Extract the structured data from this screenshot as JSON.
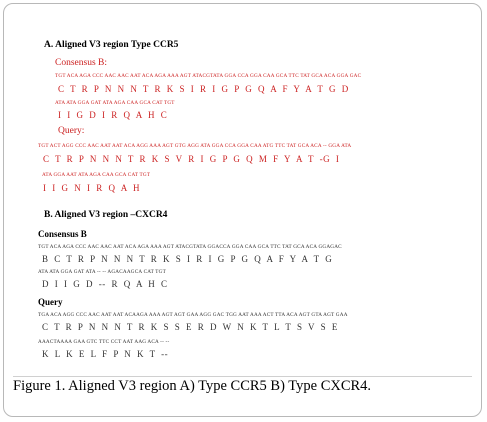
{
  "panel_a": {
    "title": "A.  Aligned V3 region Type CCR5",
    "consensus_label": "Consensus B:",
    "consensus_nt_1": "TGT ACA AGA CCC AAC AAC AAT ACA AGA AAA AGT ATACGTATA GGA CCA GGA CAA GCA TTC TAT GCA ACA GGA GAC",
    "consensus_aa_1": "C T R P N N N T R K S I R I G P G Q A F Y A T G D",
    "consensus_nt_2": "ATA ATA GGA GAT ATA AGA CAA GCA CAT TGT",
    "consensus_aa_2": "I I G D I R Q A H C",
    "query_label": "Query:",
    "query_nt_1": "TGT ACT AGG CCC AAC AAT AAT ACA AGG AAA AGT GTG AGG ATA GGA CCA GGA CAA ATG TTC TAT GCA ACA -- GGA ATA",
    "query_aa_1": "C T R P N N N T R K S V R I G P G Q M F Y A T -G I",
    "query_nt_2": "ATA GGA AAT ATA AGA CAA GCA CAT TGT",
    "query_aa_2": "I I G N I R Q A H"
  },
  "panel_b": {
    "title": "B.  Aligned V3 region –CXCR4",
    "consensus_label": "Consensus B",
    "consensus_nt_1": "TGT ACA AGA CCC AAC AAC AAT ACA AGA AAA AGT ATACGTATA GGACCA GGA CAA GCA TTC TAT GCA ACA GGAGAC",
    "consensus_aa_1": "B C T R P N N N T R K S I R I G P G Q A F Y A T G",
    "consensus_nt_2": "ATA ATA GGA GAT ATA -- -- AGACAAGCA CAT TGT",
    "consensus_aa_2": "D I I G D -- R Q A H C",
    "query_label": "Query",
    "query_nt_1": "TGA ACA AGG CCC AAC AAT AAT ACAAGA AAA AGT AGT GAA AGG GAC TGG AAT AAA ACT TTA ACA AGT GTA AGT GAA",
    "query_aa_1": "C T R P N N N T R K S S E R D W N K T L T S V S E",
    "query_nt_2": "AAACTAAAA GAA GTC TTC CCT AAT AAG ACA -- --",
    "query_aa_2": "K L K E L F P N K T --"
  },
  "caption": "Figure 1. Aligned V3 region A) Type CCR5 B) Type CXCR4."
}
